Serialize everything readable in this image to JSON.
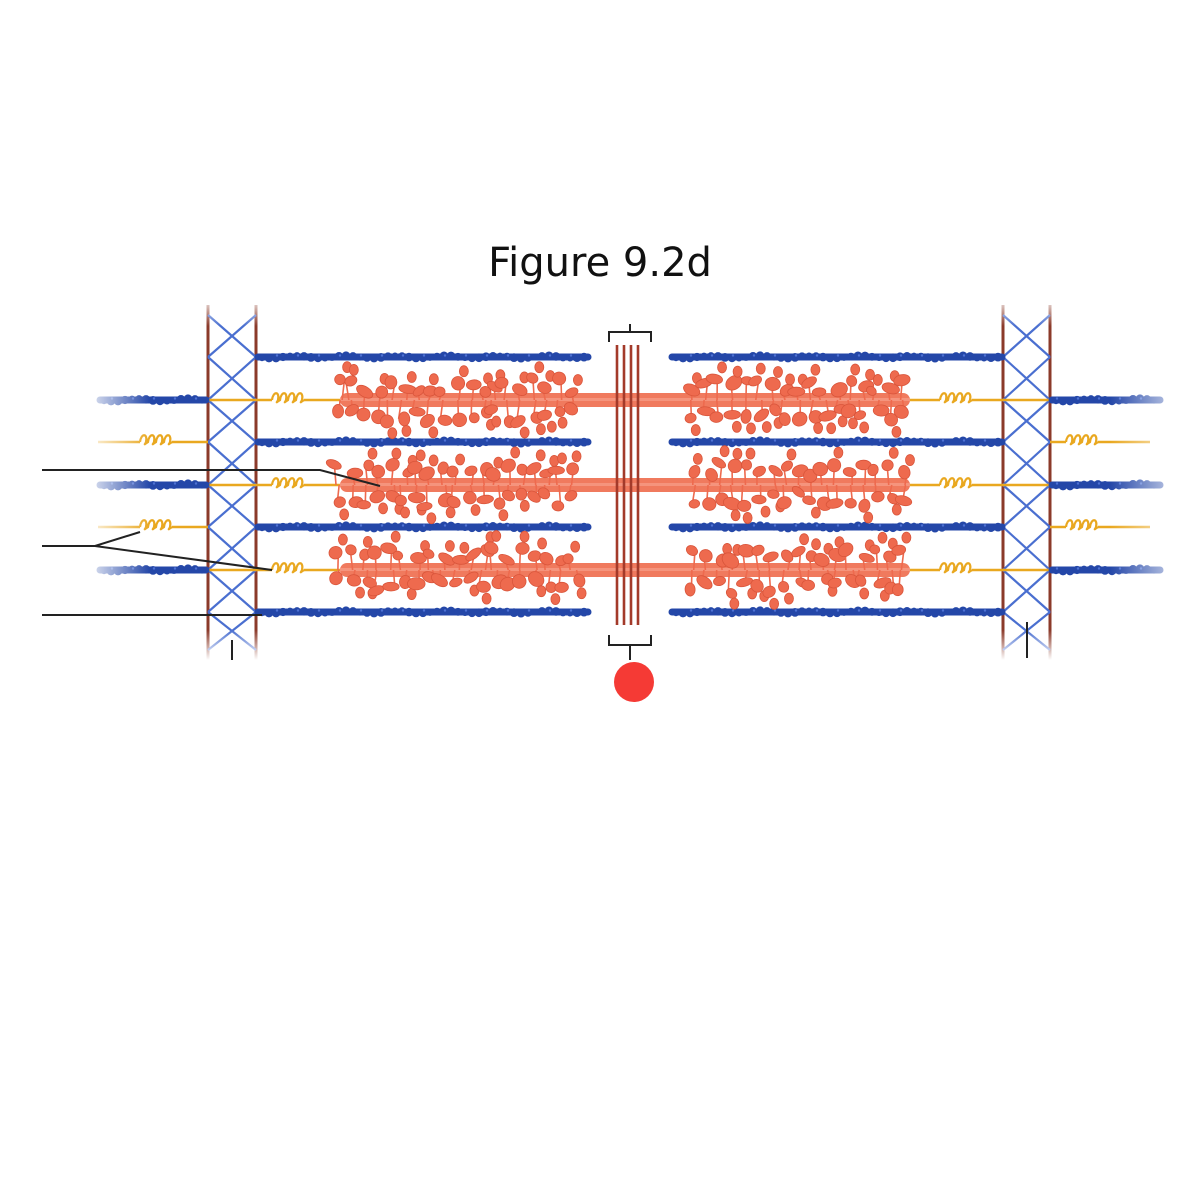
{
  "figure": {
    "title": "Figure 9.2d"
  },
  "colors": {
    "thin_filament": "#2447a8",
    "thin_filament_highlight": "#4e72d4",
    "titin": "#e9a820",
    "thick_filament": "#f07a5e",
    "myosin_head": "#ee6a4e",
    "z_disc": "#8b3a2a",
    "z_disc_cross": "#4a6fd0",
    "m_line": "#a33a2a",
    "leader_line": "#222222",
    "marker": "#f53a35"
  },
  "structures": {
    "thin_filament_rows": 4,
    "thick_filament_rows": 3,
    "z_disc_count": 2,
    "leader_lines": 3
  }
}
